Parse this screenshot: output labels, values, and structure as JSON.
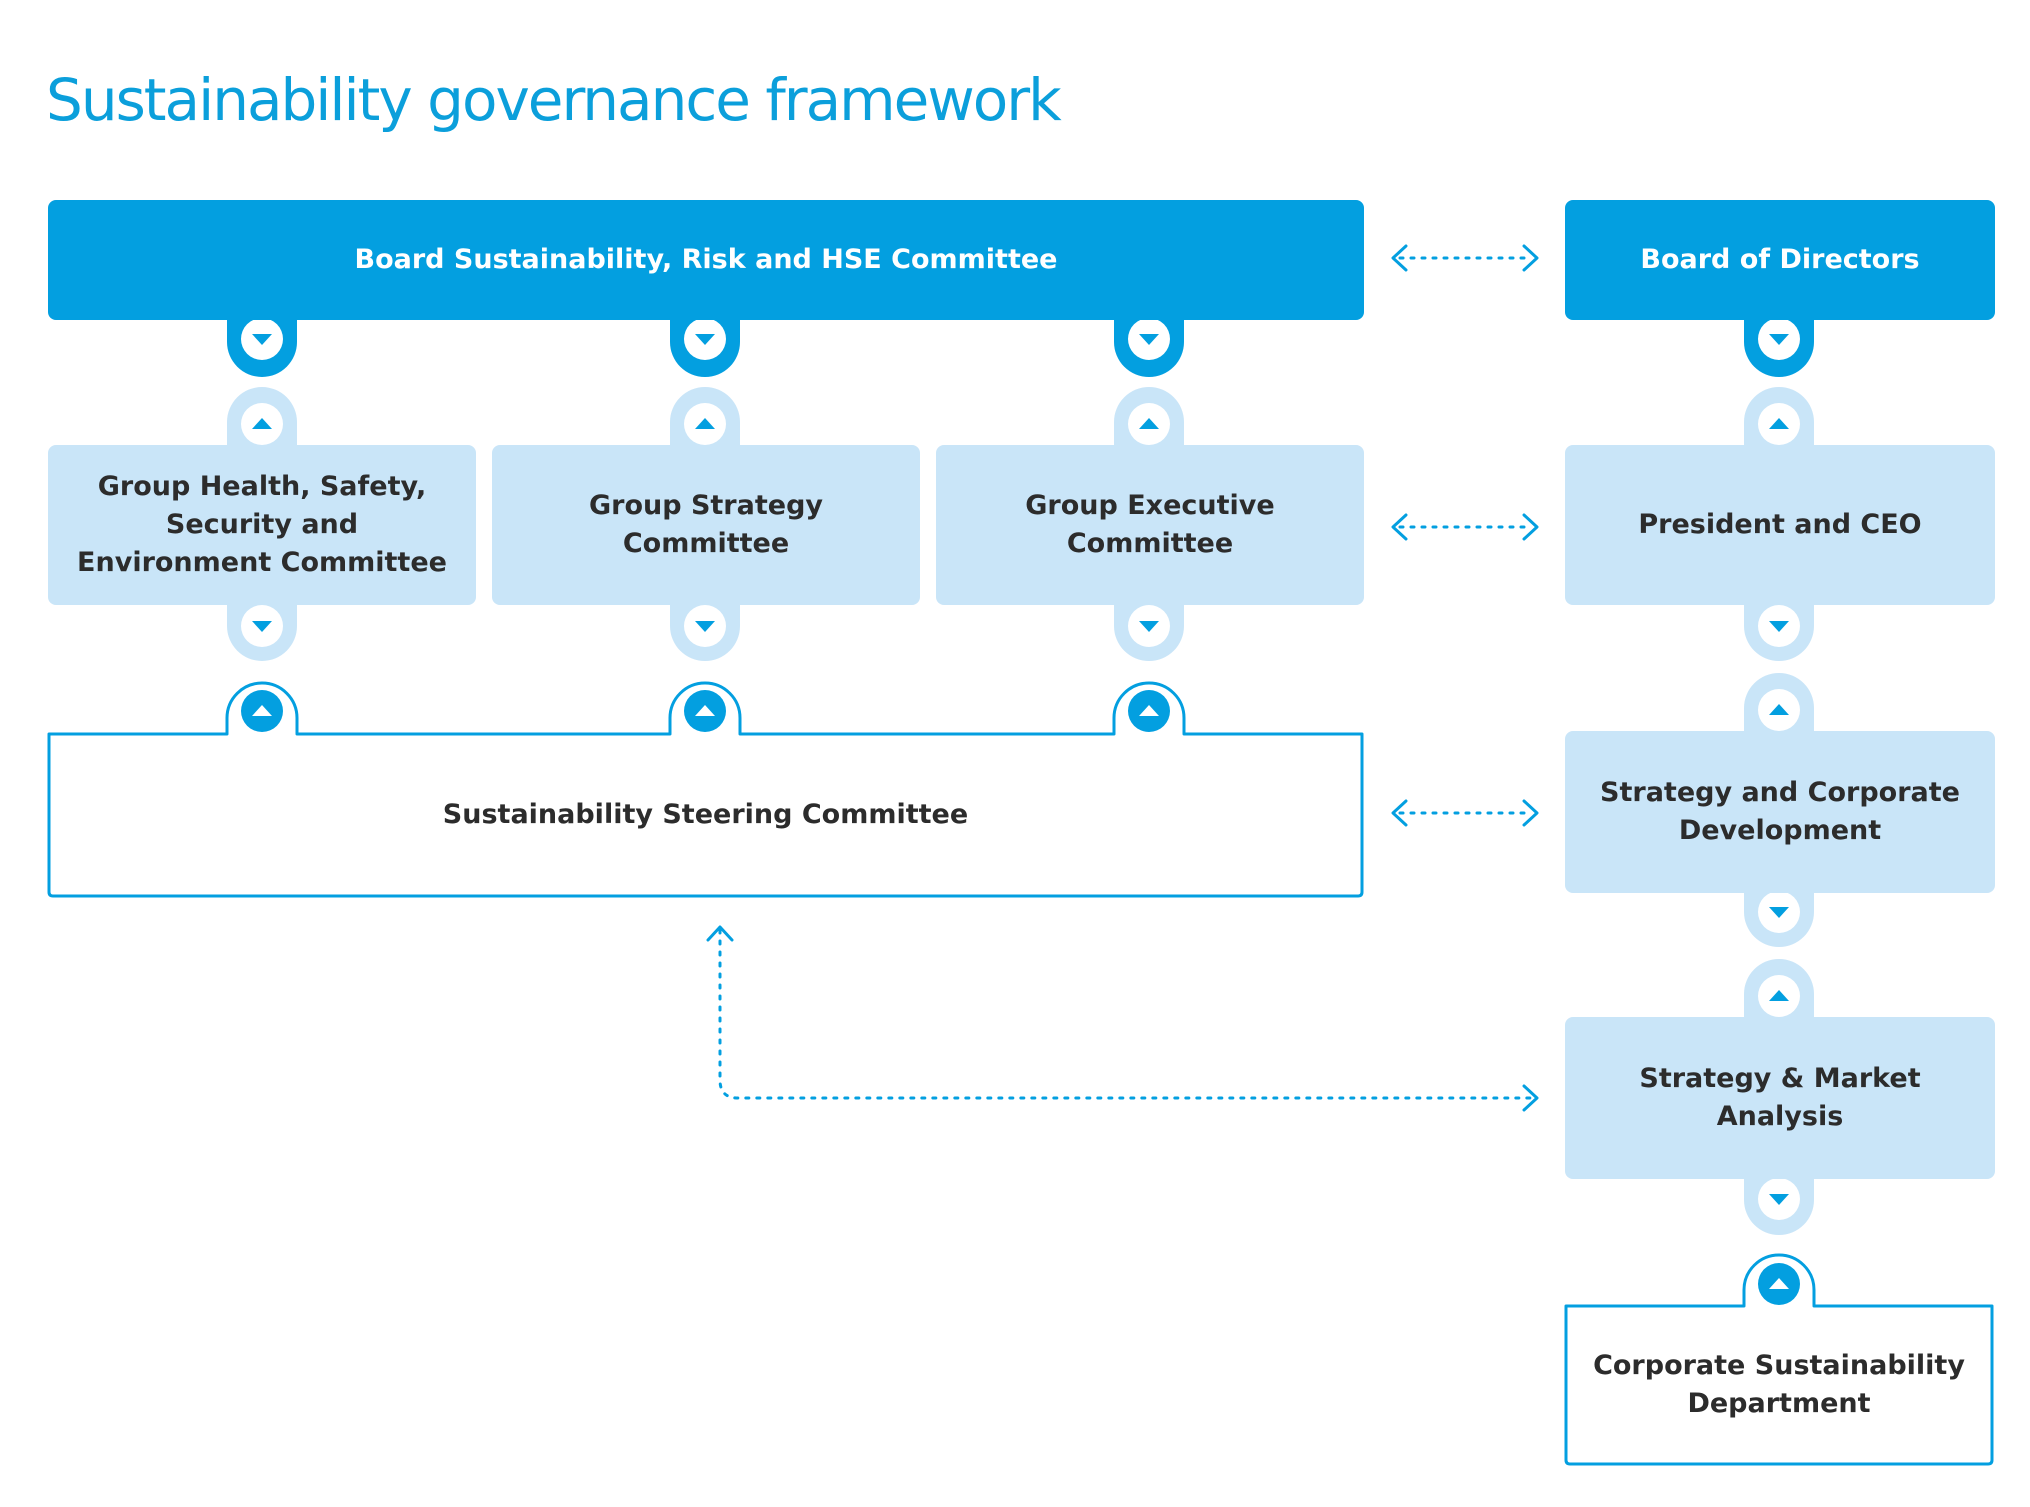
{
  "title": "Sustainability governance framework",
  "colors": {
    "accent": "#039fe0",
    "light": "#c9e5f8",
    "text_dark": "#2c2c2c",
    "title": "#0b9fdb"
  },
  "boxes": {
    "board_committee": "Board Sustainability, Risk and HSE Committee",
    "board_of_directors": "Board of Directors",
    "group_hsse": "Group Health, Safety, Security and Environment Committee",
    "group_strategy": "Group Strategy Committee",
    "group_executive": "Group Executive Committee",
    "president_ceo": "President and CEO",
    "steering_committee": "Sustainability Steering Committee",
    "strategy_corp_dev": "Strategy and Corporate Development",
    "strategy_market": "Strategy & Market Analysis",
    "corp_sustainability": "Corporate Sustainability Department"
  },
  "icons": {
    "down": "chevron-down-icon",
    "up": "chevron-up-icon",
    "link": "dotted-double-arrow-icon"
  }
}
